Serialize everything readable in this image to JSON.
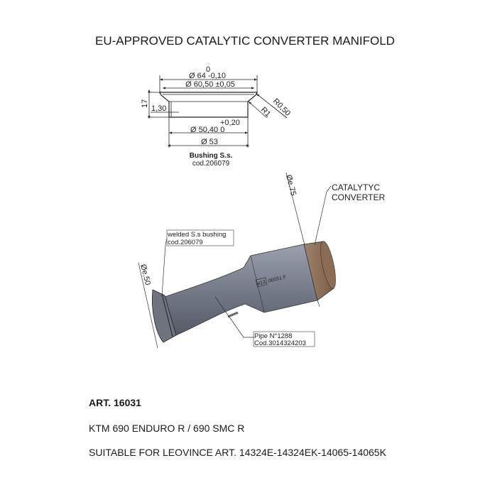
{
  "title": "EU-APPROVED CATALYTIC CONVERTER MANIFOLD",
  "bushing": {
    "dim_64_upper": "0",
    "dim_64": "Ø 64 -0,10",
    "dim_60": "Ø 60,50 ±0,05",
    "dim_17": "17",
    "dim_130": "1,30",
    "dim_r1": "R1",
    "dim_r050": "R0,50",
    "dim_50_upper": "+0,20",
    "dim_50": "Ø 50,40  0",
    "dim_53": "Ø 53",
    "name": "Bushing S.s.",
    "code": "cod.206079"
  },
  "pipe": {
    "diam_outlet": "Øe.75",
    "diam_inlet": "Øe.50",
    "catalyst_label_1": "CATALYTYC",
    "catalyst_label_2": "CONVERTER",
    "bushing_label_1": "welded S.s bushing",
    "bushing_label_2": "cod.206079",
    "pipe_label_1": "Pipe N°1288",
    "pipe_label_2": "Cod.3014324203",
    "stamp_mark": "e13",
    "stamp_code": "00051 F"
  },
  "info": {
    "article": "ART. 16031",
    "models": "KTM 690 ENDURO R / 690 SMC R",
    "compat": "SUITABLE FOR LEOVINCE ART. 14324E-14324EK-14065-14065K"
  },
  "colors": {
    "pipe": "#7a7f8c",
    "catalyst": "#8c6e55"
  }
}
